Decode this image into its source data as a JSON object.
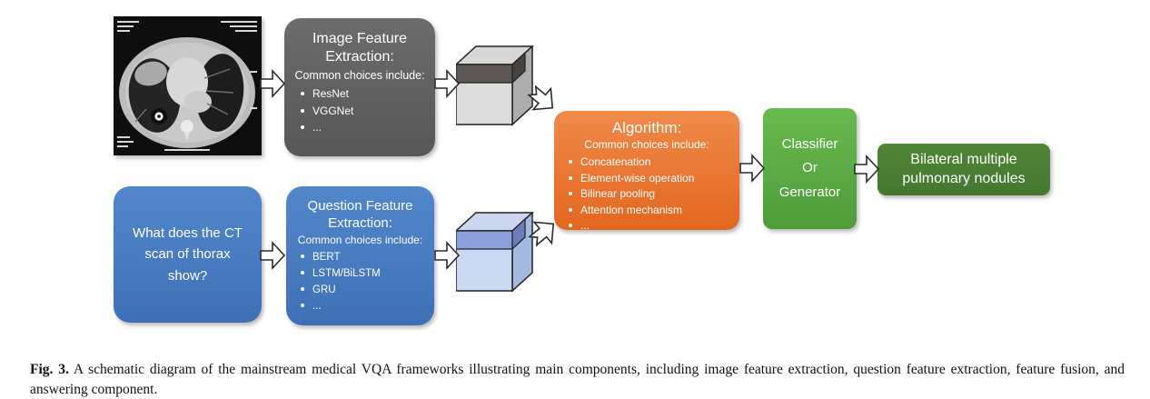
{
  "figure_caption": {
    "label": "Fig. 3.",
    "text": "A schematic diagram of the mainstream medical VQA frameworks illustrating main components, including image feature extraction, question feature extraction, feature fusion, and answering component."
  },
  "diagram": {
    "image_feature_box": {
      "title": "Image Feature Extraction:",
      "subtitle": "Common choices include:",
      "items": [
        "ResNet",
        "VGGNet",
        "..."
      ]
    },
    "question_input_box": {
      "text": "What does the CT scan of thorax show?"
    },
    "question_feature_box": {
      "title": "Question Feature Extraction:",
      "subtitle": "Common choices include:",
      "items": [
        "BERT",
        "LSTM/BiLSTM",
        "GRU",
        "..."
      ]
    },
    "algorithm_box": {
      "title": "Algorithm:",
      "subtitle": "Common choices include:",
      "items": [
        "Concatenation",
        "Element-wise operation",
        "Bilinear pooling",
        "Attention mechanism",
        "..."
      ]
    },
    "classifier_box": {
      "lines": [
        "Classifier",
        "Or",
        "Generator"
      ]
    },
    "answer_box": {
      "text": "Bilateral multiple pulmonary nodules"
    },
    "colors": {
      "image_feature_box_gray": "#616161",
      "question_blue": "#4a7ec6",
      "algorithm_orange": "#eb7b33",
      "classifier_green": "#5cb044",
      "answer_dark_green": "#4a7d33",
      "image_cube_band": "#5d5855",
      "image_cube_body": "#dcdcdc",
      "question_cube_band": "#8c9ed9",
      "question_cube_body": "#c9daf2"
    }
  }
}
